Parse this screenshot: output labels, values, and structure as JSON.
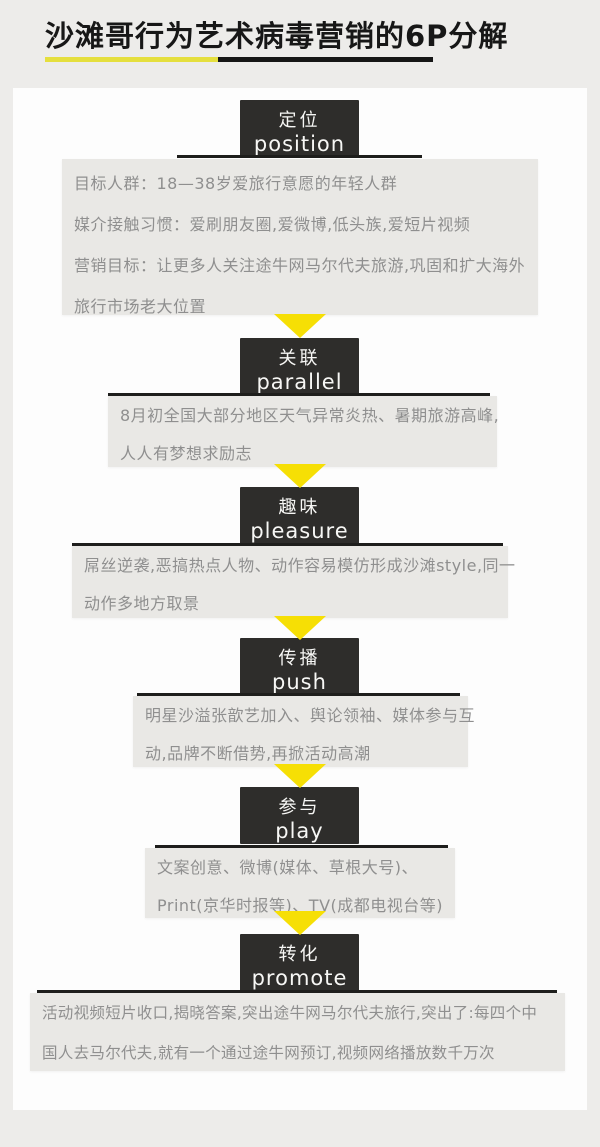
{
  "header": {
    "title": "沙滩哥行为艺术病毒营销的6P分解"
  },
  "colors": {
    "page_background": "#edecea",
    "panel_white": "#fdfdfd",
    "stage_box_black": "#2e2d2b",
    "underline_yellow": "#e5df3e",
    "underline_black": "#161616",
    "arrow_yellow": "#f6df05",
    "desc_box_gray": "#e9e8e5",
    "desc_text_gray": "#8f8f8f"
  },
  "sections": [
    {
      "cn": "定位",
      "en": "position",
      "lines": [
        "目标人群：18—38岁爱旅行意愿的年轻人群",
        "媒介接触习惯：爱刷朋友圈,爱微博,低头族,爱短片视频",
        "营销目标：让更多人关注途牛网马尔代夫旅游,巩固和扩大海外",
        "旅行市场老大位置"
      ]
    },
    {
      "cn": "关联",
      "en": "parallel",
      "lines": [
        "8月初全国大部分地区天气异常炎热、暑期旅游高峰,",
        "人人有梦想求励志"
      ]
    },
    {
      "cn": "趣味",
      "en": "pleasure",
      "lines": [
        "屌丝逆袭,恶搞热点人物、动作容易模仿形成沙滩style,同一",
        "动作多地方取景"
      ]
    },
    {
      "cn": "传播",
      "en": "push",
      "lines": [
        "明星沙溢张歆艺加入、舆论领袖、媒体参与互",
        "动,品牌不断借势,再掀活动高潮"
      ]
    },
    {
      "cn": "参与",
      "en": "play",
      "lines": [
        "文案创意、微博(媒体、草根大号)、",
        "Print(京华时报等)、TV(成都电视台等)"
      ]
    },
    {
      "cn": "转化",
      "en": "promote",
      "lines": [
        "活动视频短片收口,揭晓答案,突出途牛网马尔代夫旅行,突出了:每四个中",
        "国人去马尔代夫,就有一个通过途牛网预订,视频网络播放数千万次"
      ]
    }
  ]
}
